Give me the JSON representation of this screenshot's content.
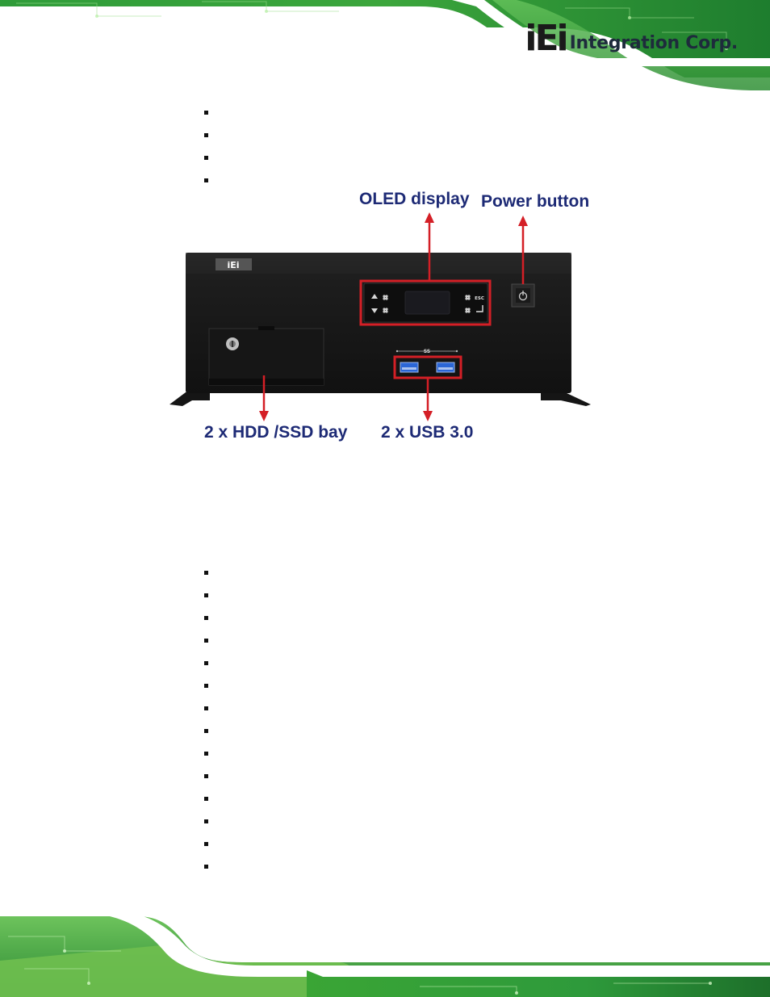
{
  "header": {
    "logo": {
      "mark": "iEi",
      "name": "Integration Corp."
    }
  },
  "top_list": {
    "items": [
      "",
      "",
      "",
      ""
    ]
  },
  "figure": {
    "callouts": {
      "oled": "OLED display",
      "power": "Power button",
      "hdd": "2 x HDD /SSD bay",
      "usb": "2 x USB 3.0"
    },
    "device": {
      "badge": "iEi",
      "esc_label": "ESC",
      "usb_logo": "SS"
    },
    "colors": {
      "callout_text": "#1d2a75",
      "highlight": "#d41f26",
      "chassis": "#1b1b1b",
      "usb_port": "#2b66d6"
    }
  },
  "bottom_list": {
    "items": [
      "",
      "",
      "",
      "",
      "",
      "",
      "",
      "",
      "",
      "",
      "",
      "",
      "",
      ""
    ]
  },
  "colors": {
    "brand_green": "#3aa535",
    "dark_green": "#1f7a2a"
  }
}
